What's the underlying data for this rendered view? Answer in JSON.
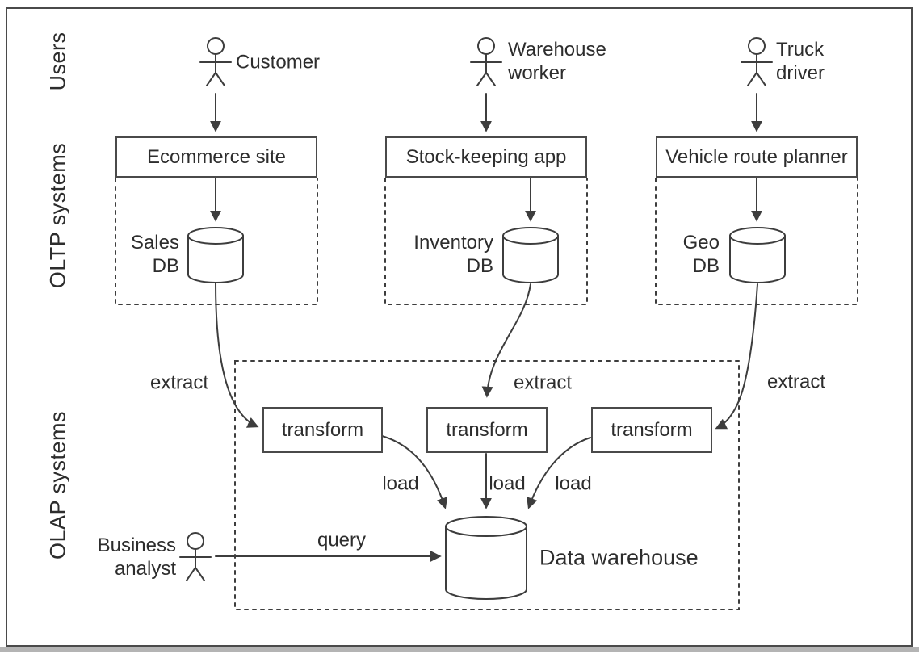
{
  "colors": {
    "stroke": "#3d3d3d",
    "text": "#2d2d2d",
    "frame": "#4a4a4a",
    "bottom_strip": "#b4b4b4",
    "background": "#ffffff"
  },
  "row_labels": {
    "users": "Users",
    "oltp": "OLTP systems",
    "olap": "OLAP systems"
  },
  "actors": {
    "customer": {
      "label": "Customer"
    },
    "warehouse_worker": {
      "line1": "Warehouse",
      "line2": "worker"
    },
    "truck_driver": {
      "line1": "Truck",
      "line2": "driver"
    },
    "business_analyst": {
      "line1": "Business",
      "line2": "analyst"
    }
  },
  "apps": {
    "ecommerce": "Ecommerce site",
    "stock_keeping": "Stock-keeping app",
    "vehicle_route": "Vehicle route planner"
  },
  "databases": {
    "sales": {
      "line1": "Sales",
      "line2": "DB"
    },
    "inventory": {
      "line1": "Inventory",
      "line2": "DB"
    },
    "geo": {
      "line1": "Geo",
      "line2": "DB"
    }
  },
  "etl": {
    "transform1": "transform",
    "transform2": "transform",
    "transform3": "transform",
    "extract1": "extract",
    "extract2": "extract",
    "extract3": "extract",
    "load1": "load",
    "load2": "load",
    "load3": "load",
    "query": "query"
  },
  "warehouse": {
    "label": "Data warehouse"
  }
}
